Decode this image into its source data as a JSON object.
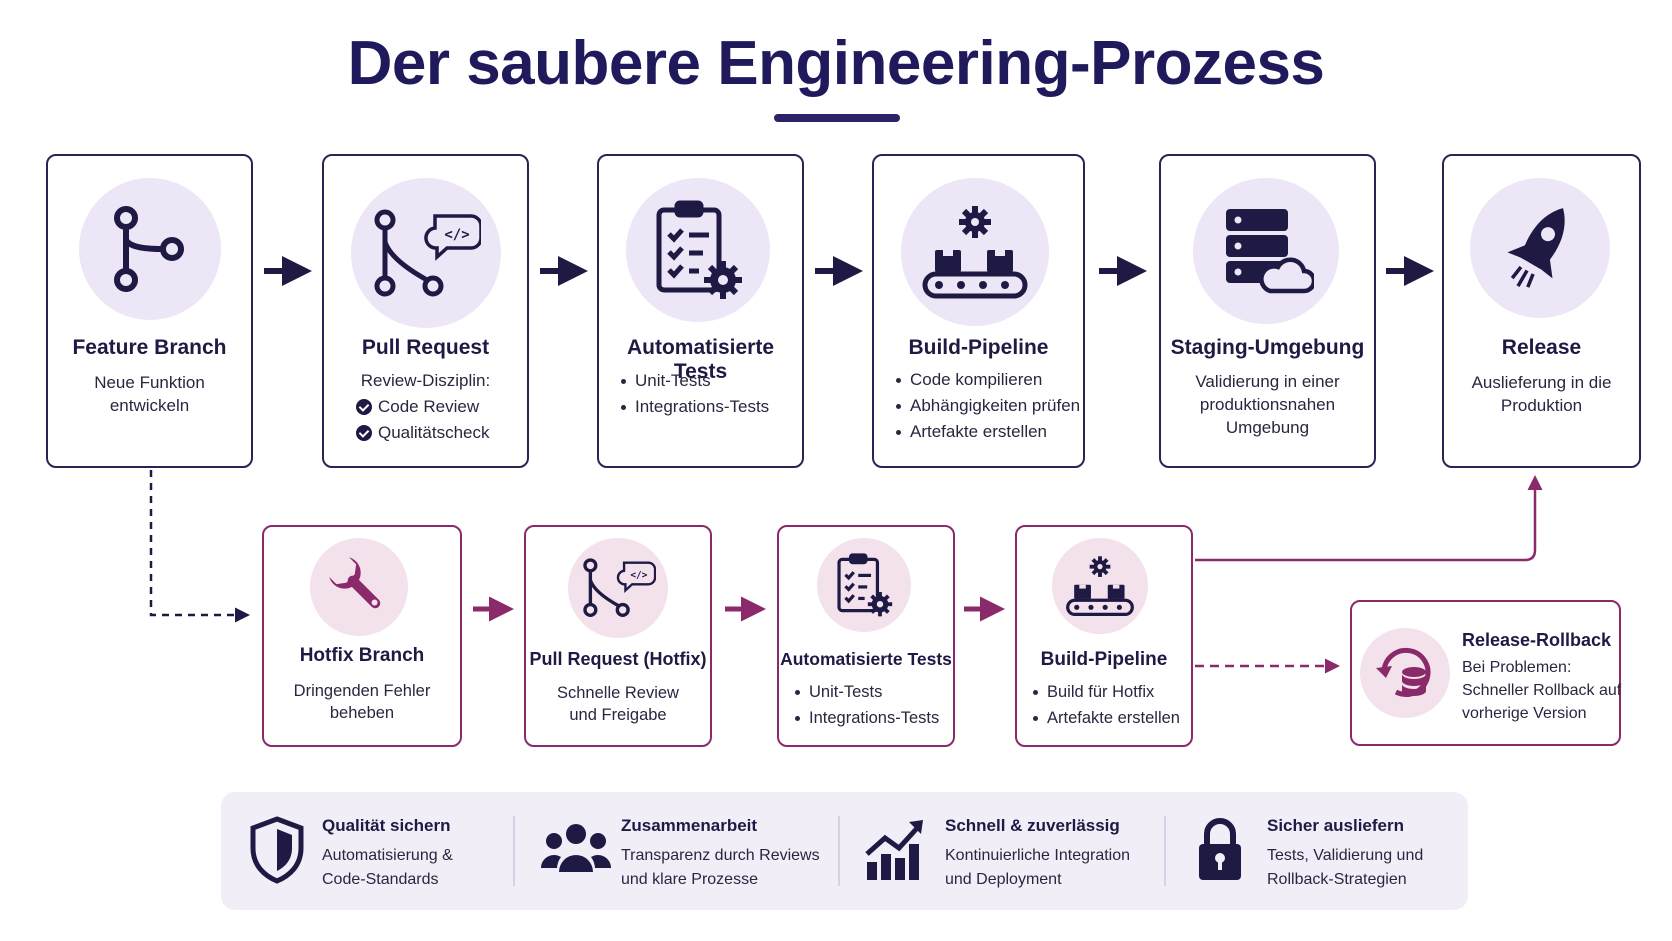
{
  "title": "Der saubere Engineering-Prozess",
  "colors": {
    "navy": "#1f1a44",
    "plum": "#8a2a6a",
    "lavender": "#ece6f6",
    "pink": "#f3e1ec"
  },
  "main_flow": [
    {
      "title": "Feature Branch",
      "icon": "git-branch-icon",
      "desc": "Neue Funktion entwickeln"
    },
    {
      "title": "Pull Request",
      "icon": "pull-request-icon",
      "desc": "Review-Disziplin:",
      "checks": [
        "Code Review",
        "Qualitätscheck"
      ]
    },
    {
      "title": "Automatisierte Tests",
      "icon": "clipboard-gear-icon",
      "bullets": [
        "Unit-Tests",
        "Integrations-Tests"
      ]
    },
    {
      "title": "Build-Pipeline",
      "icon": "conveyor-gear-icon",
      "bullets": [
        "Code kompilieren",
        "Abhängigkeiten prüfen",
        "Artefakte erstellen"
      ]
    },
    {
      "title": "Staging-Umgebung",
      "icon": "server-cloud-icon",
      "desc": "Validierung in einer produktionsnahen Umgebung"
    },
    {
      "title": "Release",
      "icon": "rocket-icon",
      "desc": "Auslieferung in die Produktion"
    }
  ],
  "hotfix_flow": [
    {
      "title": "Hotfix Branch",
      "icon": "wrench-icon",
      "desc": "Dringenden Fehler beheben"
    },
    {
      "title": "Pull Request (Hotfix)",
      "icon": "pull-request-icon",
      "desc": "Schnelle Review und Freigabe"
    },
    {
      "title": "Automatisierte Tests",
      "icon": "clipboard-gear-icon",
      "bullets": [
        "Unit-Tests",
        "Integrations-Tests"
      ]
    },
    {
      "title": "Build-Pipeline",
      "icon": "conveyor-gear-icon",
      "bullets": [
        "Build für Hotfix",
        "Artefakte erstellen"
      ]
    }
  ],
  "rollback": {
    "title": "Release-Rollback",
    "icon": "database-undo-icon",
    "desc": "Bei Problemen: Schneller Rollback auf vorherige Version"
  },
  "features": [
    {
      "title": "Qualität sichern",
      "icon": "shield-icon",
      "desc": "Automatisierung & Code-Standards"
    },
    {
      "title": "Zusammenarbeit",
      "icon": "team-icon",
      "desc": "Transparenz durch Reviews und klare Prozesse"
    },
    {
      "title": "Schnell & zuverlässig",
      "icon": "growth-chart-icon",
      "desc": "Kontinuierliche Integration und Deployment"
    },
    {
      "title": "Sicher ausliefern",
      "icon": "padlock-icon",
      "desc": "Tests, Validierung und Rollback-Strategien"
    }
  ]
}
